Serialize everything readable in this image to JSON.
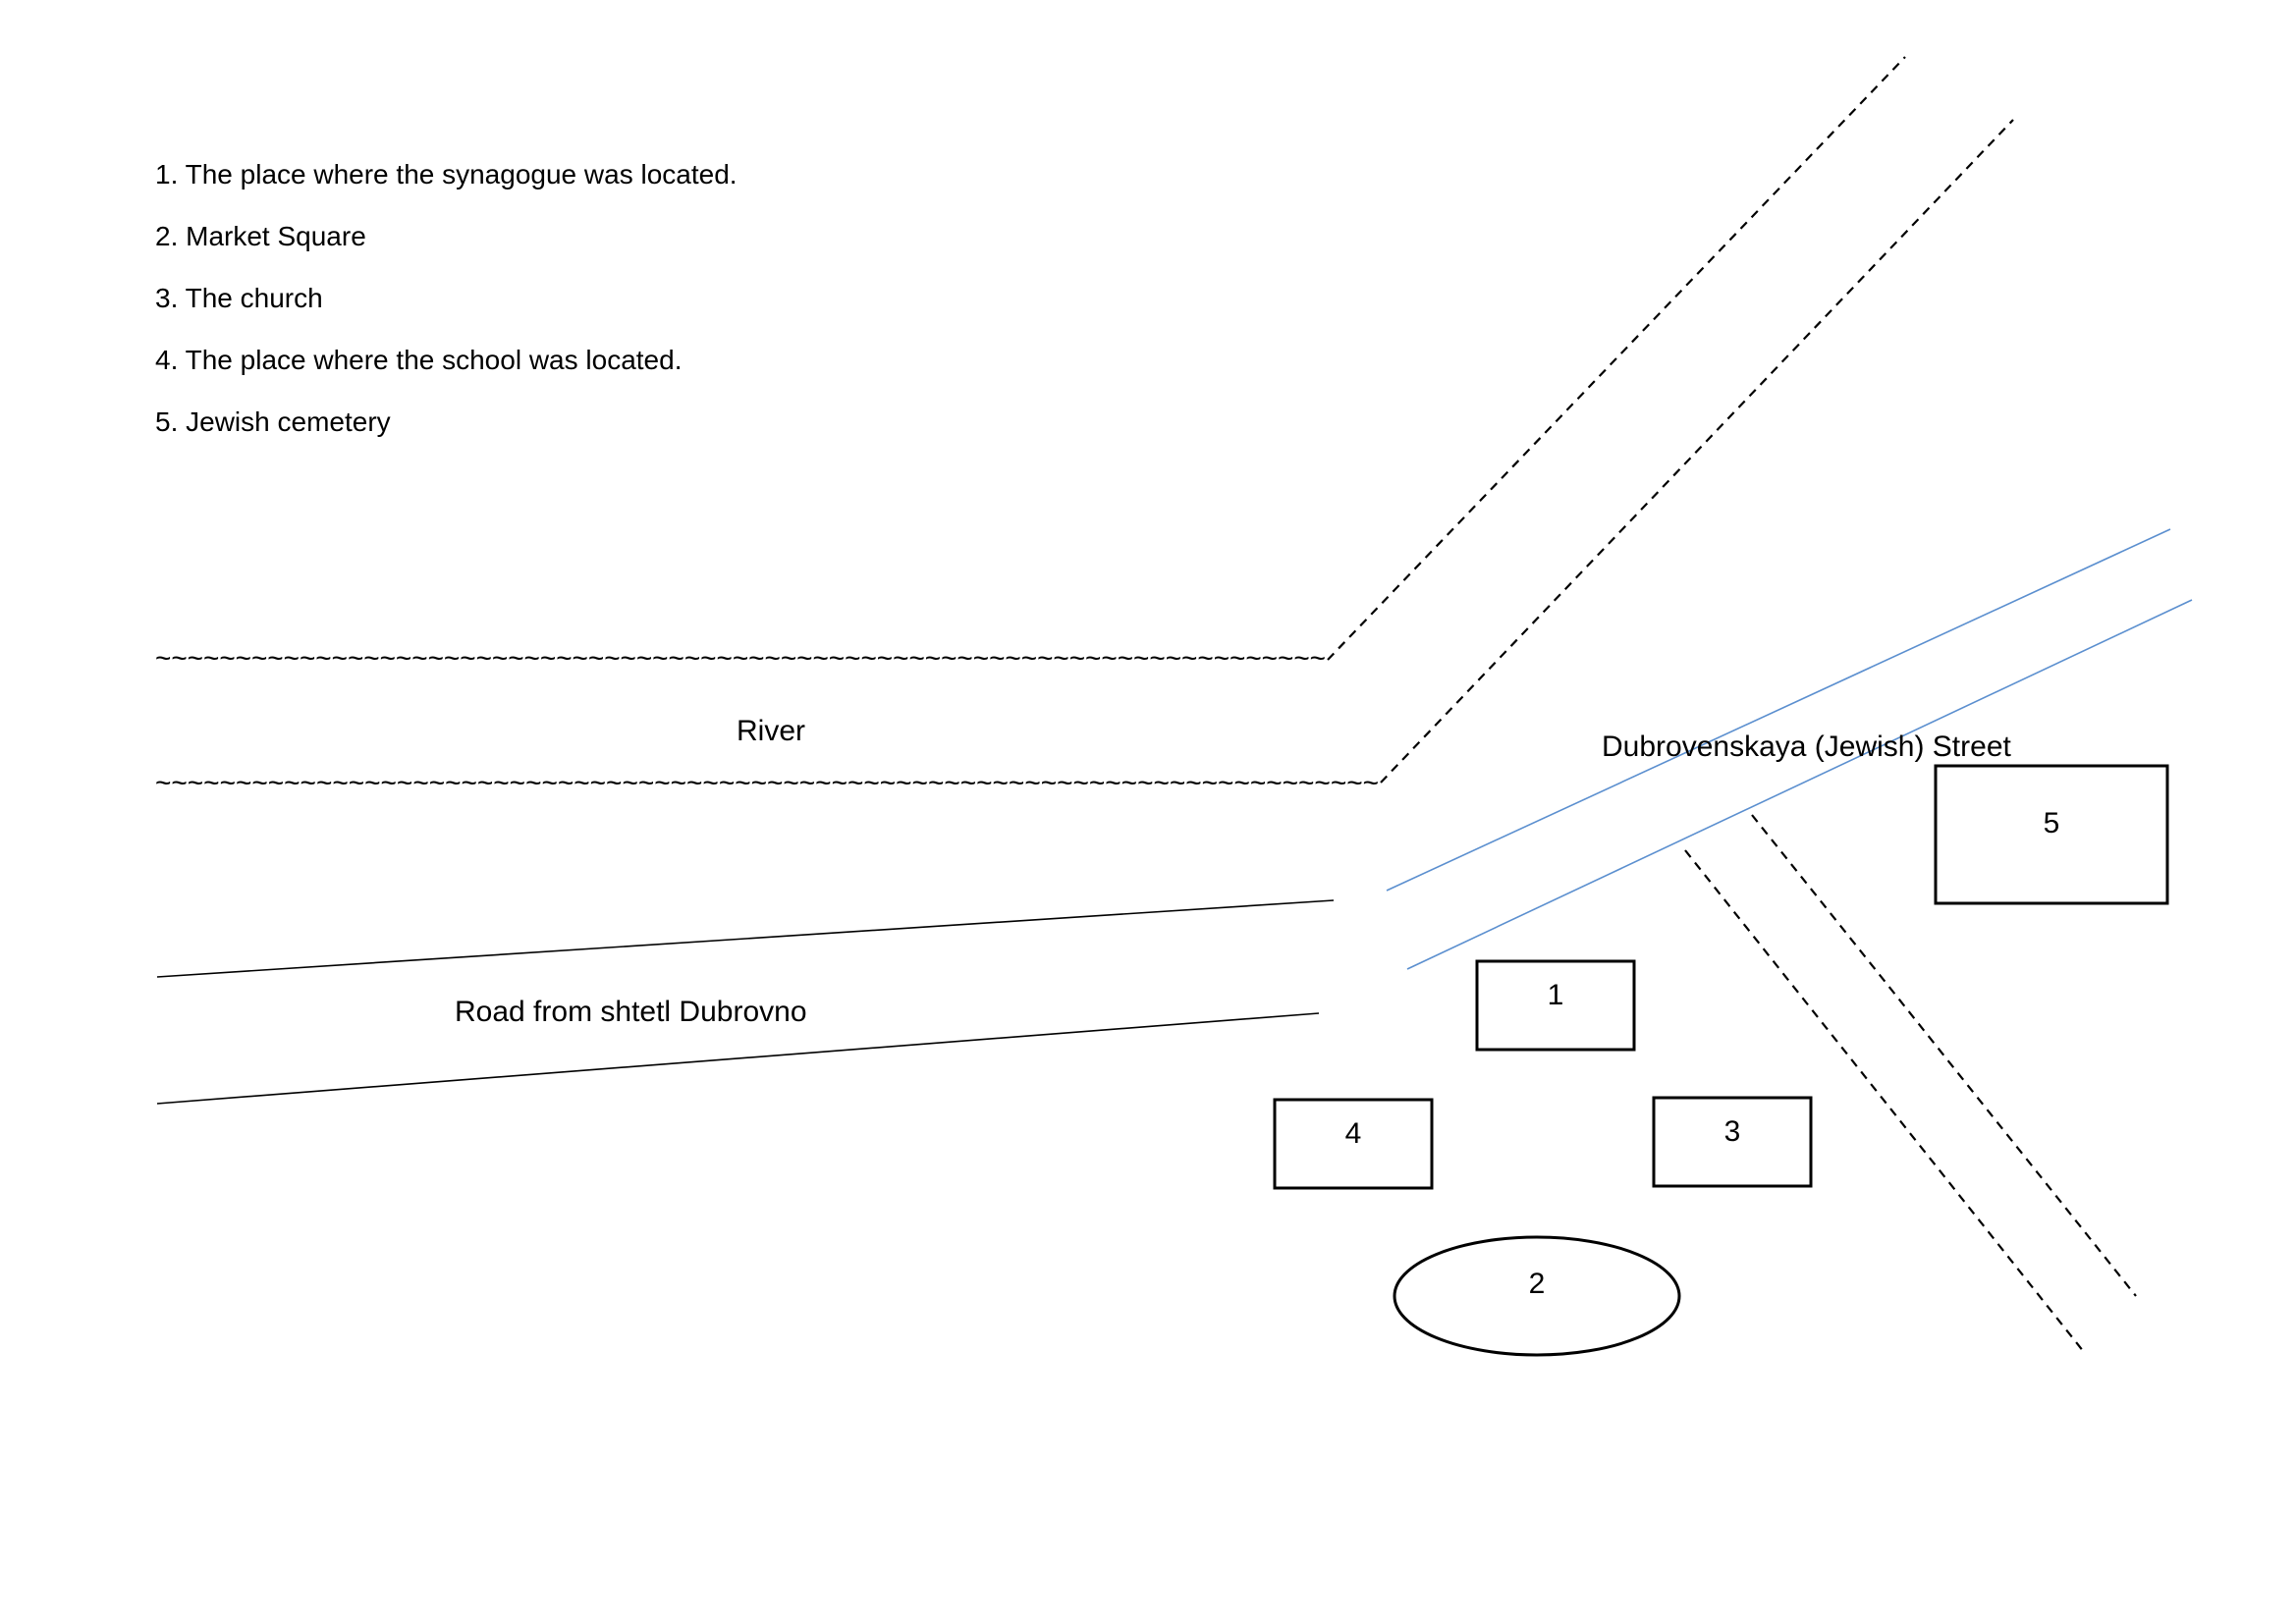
{
  "legend": {
    "items": [
      "1. The place where the synagogue was located.",
      "2. Market Square",
      "3. The church",
      "4. The place where the school was located.",
      "5. Jewish cemetery"
    ]
  },
  "labels": {
    "river": "River",
    "road": "Road from shtetl Dubrovno",
    "street": "Dubrovenskaya (Jewish) Street",
    "river_bank_glyph": "~"
  },
  "markers": {
    "synagogue": "1",
    "market_square": "2",
    "church": "3",
    "school": "4",
    "cemetery": "5"
  },
  "colors": {
    "street_line": "#5b8fcf",
    "lines": "#000000",
    "background": "#ffffff"
  }
}
